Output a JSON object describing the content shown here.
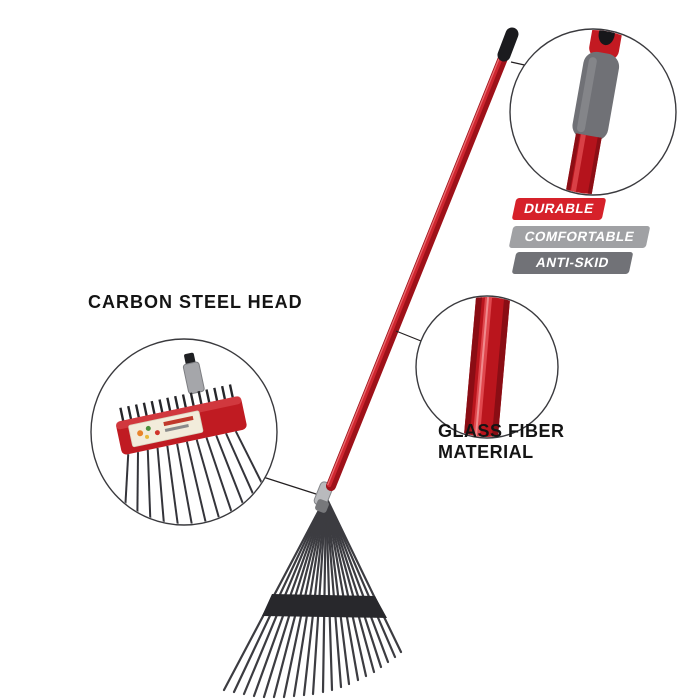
{
  "annotations": {
    "head": "CARBON STEEL HEAD",
    "pole_line1": "GLASS FIBER",
    "pole_line2": "MATERIAL"
  },
  "badges": [
    {
      "label": "DURABLE",
      "color": "#d6212a"
    },
    {
      "label": "COMFORTABLE",
      "color": "#a0a1a4"
    },
    {
      "label": "ANTI-SKID",
      "color": "#717277"
    }
  ],
  "colors": {
    "background": "#ffffff",
    "pole_red": "#b5131c",
    "pole_highlight": "#cf2630",
    "grip_gray": "#707176",
    "handle_tip_black": "#1b1b1e",
    "tines_dark": "#3c3c41",
    "crossbar_black": "#28282c",
    "head_red": "#c01b22",
    "callout_stroke": "#3a3a3e",
    "badge_durable": "#d6212a",
    "badge_comfortable": "#a0a1a4",
    "badge_antiskid": "#717277"
  }
}
